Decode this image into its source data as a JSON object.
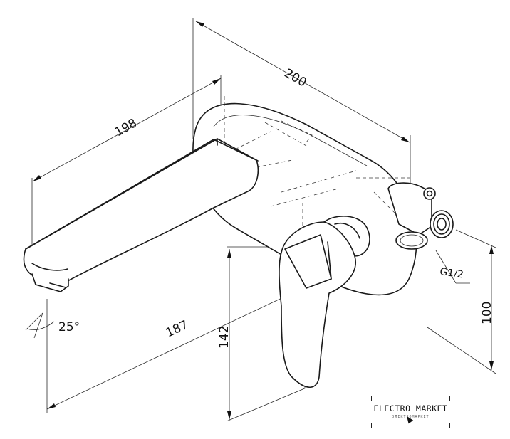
{
  "dimensions": {
    "width_overall": "200",
    "spout_length": "198",
    "spout_projection": "187",
    "height_142": "142",
    "height_100": "100",
    "angle": "25°",
    "thread": "G1/2"
  },
  "watermark": {
    "name": "ELECTRO MARKET",
    "sub": "ЭЛЕКТРОМАРКЕТ"
  }
}
